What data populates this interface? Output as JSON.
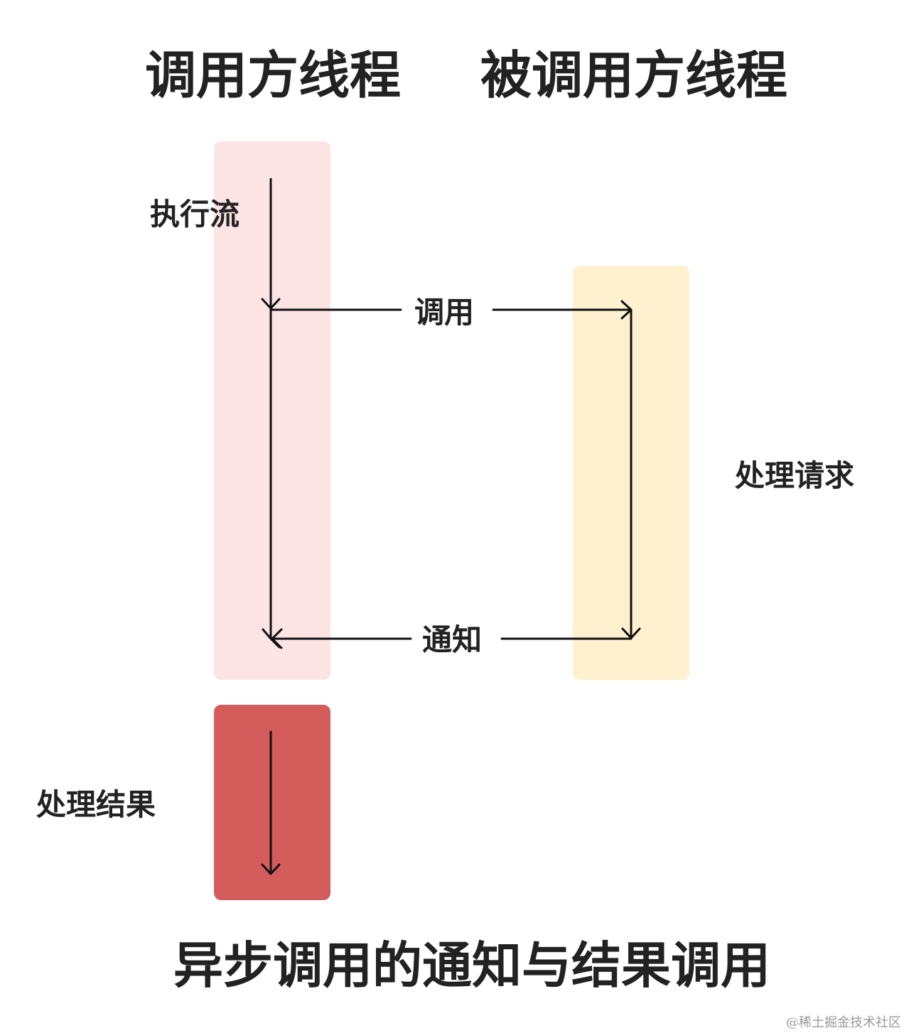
{
  "headings": {
    "caller": "调用方线程",
    "callee": "被调用方线程"
  },
  "labels": {
    "execution_flow": "执行流",
    "call": "调用",
    "process_request": "处理请求",
    "notify": "通知",
    "process_result": "处理结果"
  },
  "footer": {
    "title": "异步调用的通知与结果调用",
    "watermark": "@稀土掘金技术社区"
  },
  "colors": {
    "caller_block": "#fde4e4",
    "callee_block": "#fff1d0",
    "result_block": "#d45d5b",
    "arrow": "#111111"
  }
}
